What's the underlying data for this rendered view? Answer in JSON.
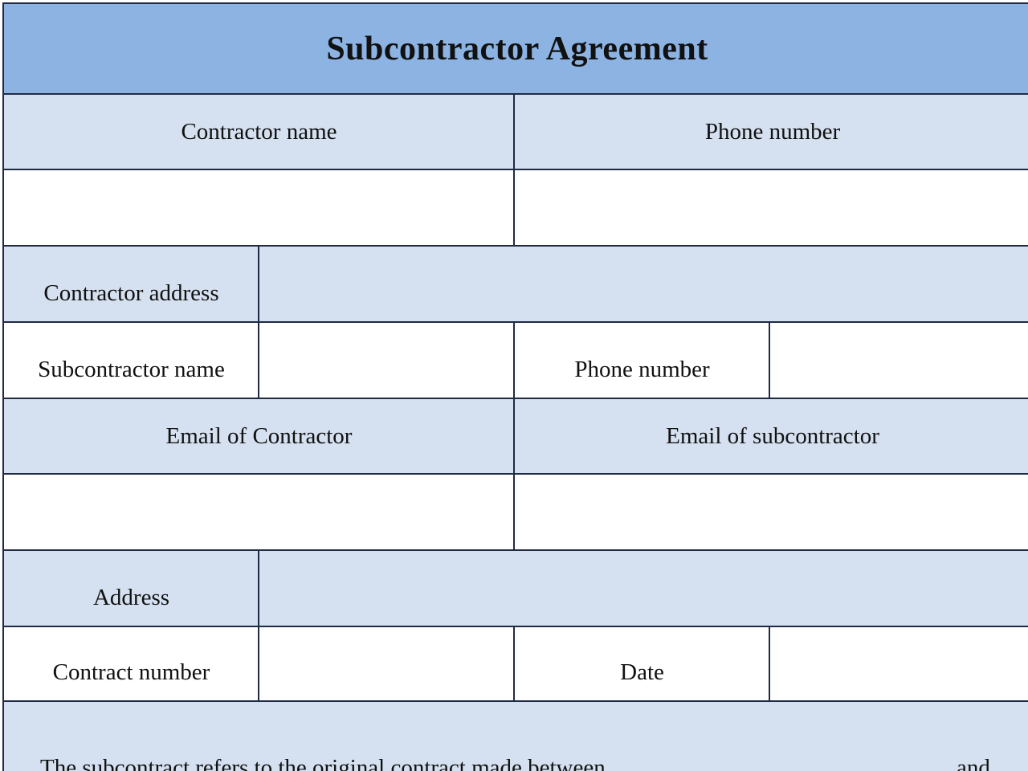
{
  "form": {
    "title": "Subcontractor Agreement",
    "labels": {
      "contractor_name": "Contractor name",
      "phone_number_1": "Phone number",
      "contractor_address": "Contractor address",
      "subcontractor_name": "Subcontractor name",
      "phone_number_2": "Phone number",
      "email_contractor": "Email of Contractor",
      "email_subcontractor": "Email of subcontractor",
      "address": "Address",
      "contract_number": "Contract number",
      "date": "Date"
    },
    "paragraph": {
      "text": "The subcontract refers to the original contract made between",
      "tail": "and"
    }
  },
  "colors": {
    "title_bar": "#8db3e2",
    "label_cell": "#d5e0f0",
    "field_cell": "#ffffff",
    "border": "#1f2a44"
  }
}
